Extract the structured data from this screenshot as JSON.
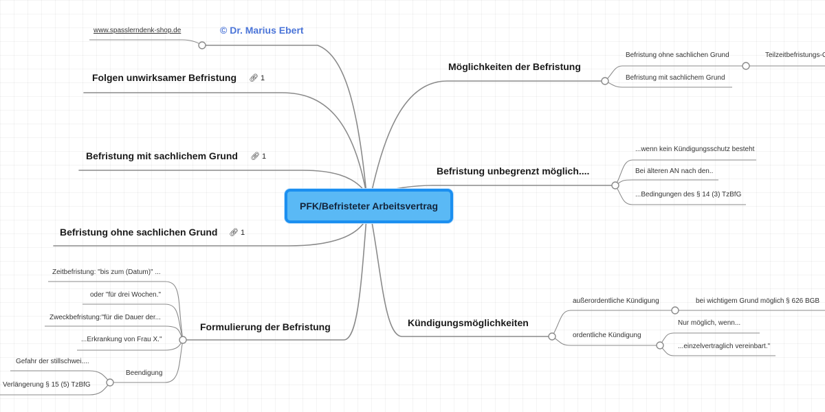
{
  "central": "PFK/Befristeter Arbeitsvertrag",
  "top_left": {
    "link": "www.spasslerndenk-shop.de",
    "copyright": "© Dr. Marius Ebert"
  },
  "left_branches": [
    {
      "label": "Folgen unwirksamer Befristung",
      "link_count": "1"
    },
    {
      "label": "Befristung mit sachlichem Grund",
      "link_count": "1"
    },
    {
      "label": "Befristung ohne sachlichen Grund",
      "link_count": "1"
    }
  ],
  "formulierung": {
    "label": "Formulierung der Befristung",
    "children": [
      "Zeitbefristung: \"bis zum (Datum)\" ...",
      "oder \"für drei Wochen.\"",
      "Zweckbefristung:\"für die Dauer der...",
      "...Erkrankung von Frau X.\"",
      "Beendigung"
    ],
    "beendigung_children": [
      "Gefahr der stillschwei....",
      "Verlängerung § 15 (5) TzBfG"
    ]
  },
  "moeglichkeiten": {
    "label": "Möglichkeiten der Befristung",
    "children": [
      "Befristung ohne sachlichen Grund",
      "Befristung mit sachlichem Grund"
    ],
    "grandchild": "Teilzeitbefristungs-G"
  },
  "unbegrenzt": {
    "label": "Befristung unbegrenzt möglich....",
    "children": [
      "...wenn kein Kündigungsschutz besteht",
      "Bei älteren AN nach den..",
      "...Bedingungen des § 14 (3) TzBfG"
    ]
  },
  "kuendigung": {
    "label": "Kündigungsmöglichkeiten",
    "children": [
      "außerordentliche Kündigung",
      "ordentliche Kündigung"
    ],
    "ausserordentlich_child": "bei wichtigem Grund möglich § 626 BGB",
    "ordentlich_children": [
      "Nur möglich, wenn...",
      "...einzelvertraglich vereinbart.\""
    ]
  },
  "colors": {
    "central_fill": "#5ab9f5",
    "central_border": "#1b8ff0",
    "connector": "#8a8a8a",
    "copyright": "#4a74d8"
  }
}
